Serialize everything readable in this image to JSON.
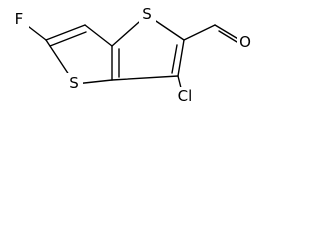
{
  "molecule": {
    "atoms": {
      "fluorine": "F",
      "sulfur_top": "S",
      "sulfur_bottom": "S",
      "oxygen": "O",
      "chlorine": "Cl"
    },
    "colors": {
      "bond": "#000000",
      "label": "#000000",
      "background": "#ffffff"
    }
  }
}
